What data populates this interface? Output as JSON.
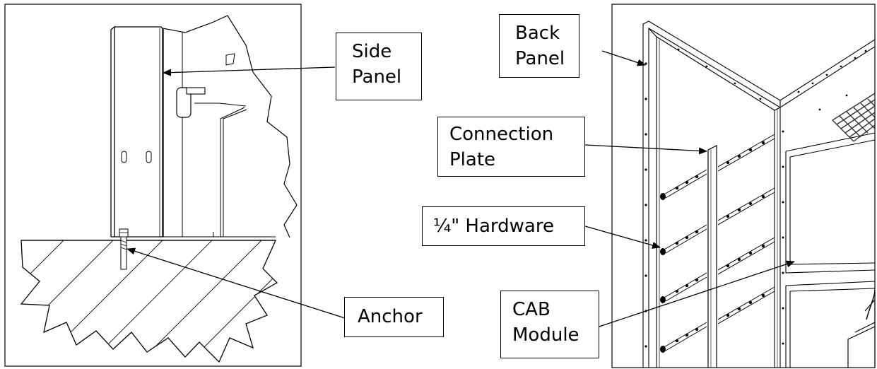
{
  "callouts": {
    "side_panel": {
      "line1": "Side",
      "line2": "Panel"
    },
    "anchor": {
      "line1": "Anchor"
    },
    "back_panel": {
      "line1": "Back",
      "line2": "Panel"
    },
    "connection_plate": {
      "line1": "Connection",
      "line2": "Plate"
    },
    "hardware": {
      "line1": "¼\" Hardware"
    },
    "cab_module": {
      "line1": "CAB",
      "line2": "Module"
    }
  },
  "colors": {
    "line": "#000000",
    "background": "#ffffff",
    "grille": "#333333"
  }
}
